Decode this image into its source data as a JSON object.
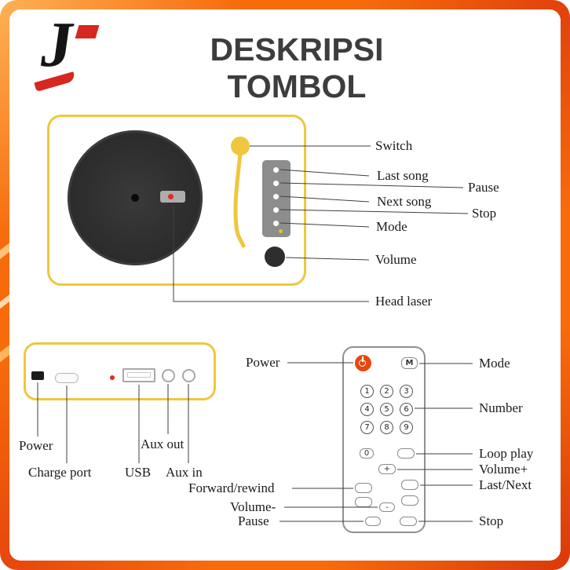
{
  "header": {
    "logo_text": "J",
    "title": "DESKRIPSI TOMBOL"
  },
  "turntable": {
    "labels": {
      "switch": "Switch",
      "last_song": "Last song",
      "pause": "Pause",
      "next_song": "Next song",
      "stop": "Stop",
      "mode": "Mode",
      "volume": "Volume",
      "head_laser": "Head laser"
    }
  },
  "back_panel": {
    "labels": {
      "power": "Power",
      "charge_port": "Charge port",
      "usb": "USB",
      "aux_out": "Aux out",
      "aux_in": "Aux in"
    }
  },
  "remote": {
    "mode_button": "M",
    "numbers": [
      "1",
      "2",
      "3",
      "4",
      "5",
      "6",
      "7",
      "8",
      "9"
    ],
    "zero": "0",
    "plus": "+",
    "minus": "-",
    "labels": {
      "power": "Power",
      "mode": "Mode",
      "number": "Number",
      "loop_play": "Loop play",
      "volume_plus": "Volume+",
      "last_next": "Last/Next",
      "forward_rewind": "Forward/rewind",
      "volume_minus": "Volume-",
      "pause": "Pause",
      "stop": "Stop"
    }
  },
  "colors": {
    "frame-orange": "#f76b0b",
    "outline-gold": "#eec73e",
    "red-dot": "#e02b20",
    "panel-gray": "#8d8d8d",
    "remote-power": "#e8480e",
    "logo-red": "#d6281e",
    "title-color": "#3d3d3d",
    "line-color": "#3f3f3f"
  }
}
